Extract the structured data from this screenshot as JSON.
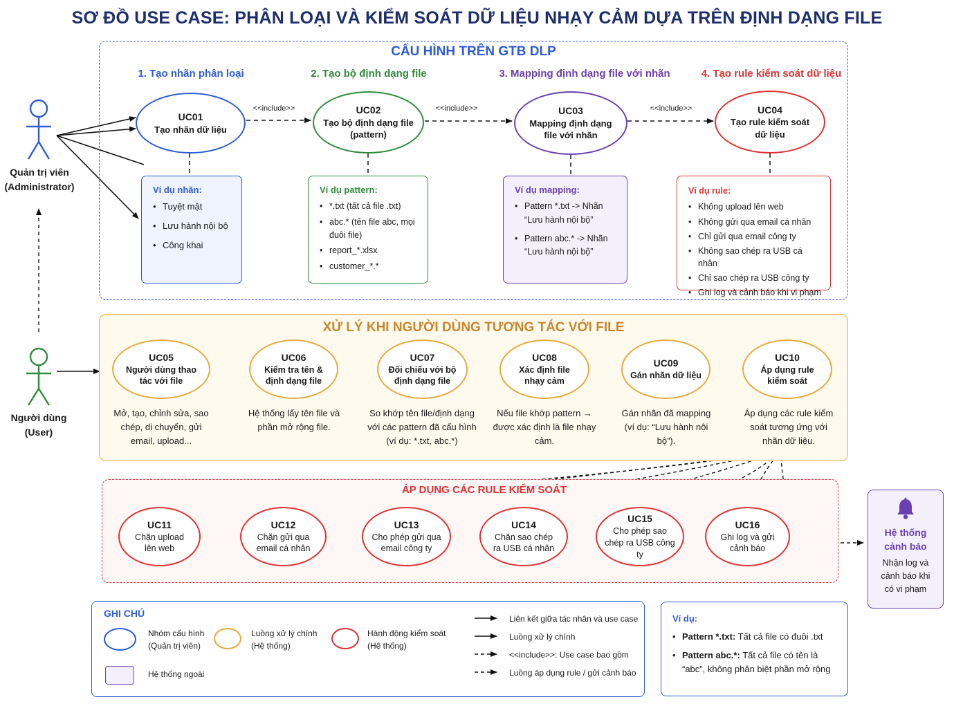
{
  "title": "SƠ ĐỒ USE CASE: PHÂN LOẠI VÀ KIỂM SOÁT DỮ LIỆU NHẠY CẢM DỰA TRÊN ĐỊNH DẠNG FILE",
  "colors": {
    "navy": "#1d2f6b",
    "blue": "#2d5bd6",
    "green": "#2e8b3a",
    "purple": "#6a3fb0",
    "red": "#e03030",
    "orange": "#e8a93a"
  },
  "actors": {
    "admin": {
      "line1": "Quản trị viên",
      "line2": "(Administrator)"
    },
    "user": {
      "line1": "Người dùng",
      "line2": "(User)"
    }
  },
  "config": {
    "title": "CẤU HÌNH TRÊN GTB DLP",
    "steps": [
      "1. Tạo nhãn phân loại",
      "2. Tạo bộ định dạng file",
      "3. Mapping  định dạng file với nhãn",
      "4. Tạo rule kiểm soát dữ liệu"
    ],
    "include": "<<include>>",
    "usecases": [
      {
        "id": "UC01",
        "name": "Tạo nhãn dữ liệu"
      },
      {
        "id": "UC02",
        "name": "Tạo bộ định dạng file (pattern)"
      },
      {
        "id": "UC03",
        "name": "Mapping định dạng file với nhãn"
      },
      {
        "id": "UC04",
        "name": "Tạo rule kiểm soát dữ liệu"
      }
    ],
    "examples": [
      {
        "heading": "Ví dụ nhãn:",
        "items": [
          "Tuyệt mật",
          "Lưu hành nội bộ",
          "Công khai"
        ]
      },
      {
        "heading": "Ví dụ pattern:",
        "items": [
          "*.txt (tất cả file .txt)",
          "abc.*  (tên file abc, mọi đuôi file)",
          "report_*.xlsx",
          "customer_*.*"
        ]
      },
      {
        "heading": "Ví dụ mapping:",
        "items": [
          "Pattern *.txt -> Nhãn “Lưu hành nội bộ”",
          "Pattern abc.* -> Nhãn “Lưu hành nội bộ”"
        ]
      },
      {
        "heading": "Ví dụ rule:",
        "items": [
          "Không upload lên web",
          "Không gửi qua email cá nhân",
          "Chỉ gửi qua email công ty",
          "Không sao chép ra USB cá nhân",
          "Chỉ sao chép ra USB công ty",
          "Ghi log và cảnh báo khi vi phạm"
        ]
      }
    ]
  },
  "process": {
    "title": "XỬ LÝ KHI NGƯỜI DÙNG TƯƠNG TÁC VỚI FILE",
    "usecases": [
      {
        "id": "UC05",
        "name": "Người dùng thao tác với file",
        "desc": "Mở, tạo, chỉnh sửa, sao chép, di chuyển, gửi email, upload..."
      },
      {
        "id": "UC06",
        "name": "Kiểm tra tên & định dạng file",
        "desc": "Hệ thống lấy tên file và phần mở rộng file."
      },
      {
        "id": "UC07",
        "name": "Đối chiếu với bộ định dạng file",
        "desc": "So khớp tên file/định dạng với các pattern đã cấu hình (ví dụ: *.txt, abc.*)"
      },
      {
        "id": "UC08",
        "name": "Xác định file nhạy cảm",
        "desc": "Nếu file khớp pattern → được xác định là file nhạy cảm."
      },
      {
        "id": "UC09",
        "name": "Gán nhãn dữ liệu",
        "desc": "Gán nhãn đã mapping (ví dụ: “Lưu hành nội bộ”)."
      },
      {
        "id": "UC10",
        "name": "Áp dụng rule kiểm soát",
        "desc": "Áp dụng các rule kiểm soát tương ứng với nhãn dữ liệu."
      }
    ]
  },
  "rules": {
    "title": "ÁP DỤNG CÁC RULE KIỂM SOÁT",
    "usecases": [
      {
        "id": "UC11",
        "name": "Chặn upload lên web"
      },
      {
        "id": "UC12",
        "name": "Chặn gửi qua email cá nhân"
      },
      {
        "id": "UC13",
        "name": "Cho phép gửi qua email công ty"
      },
      {
        "id": "UC14",
        "name": "Chặn sao chép ra USB cá nhân"
      },
      {
        "id": "UC15",
        "name": "Cho phép sao chép ra USB công ty"
      },
      {
        "id": "UC16",
        "name": "Ghi log và gửi cảnh báo"
      }
    ]
  },
  "alert": {
    "title": "Hệ thống cảnh báo",
    "desc": "Nhận log và cảnh báo khi có vi phạm",
    "icon": "bell-icon"
  },
  "legend": {
    "title": "GHI CHÚ",
    "shapes": [
      {
        "label": "Nhóm cấu hình (Quản trị viên)"
      },
      {
        "label": "Luồng xử lý chính (Hệ thống)"
      },
      {
        "label": "Hành động kiểm soát (Hệ thống)"
      },
      {
        "label": "Hệ thống ngoài"
      }
    ],
    "lines": [
      "Liên kết giữa tác nhân và use case",
      "Luồng xử lý chính",
      "<<include>>: Use case bao gồm",
      "Luồng áp dụng rule / gửi cảnh báo"
    ]
  },
  "example_box": {
    "title": "Ví dụ:",
    "items": [
      {
        "key": "Pattern *.txt:",
        "text": " Tất cả file có đuôi .txt"
      },
      {
        "key": "Pattern abc.*:",
        "text": " Tất cả file có tên là “abc”, không phân biệt phần mở rộng"
      }
    ]
  }
}
